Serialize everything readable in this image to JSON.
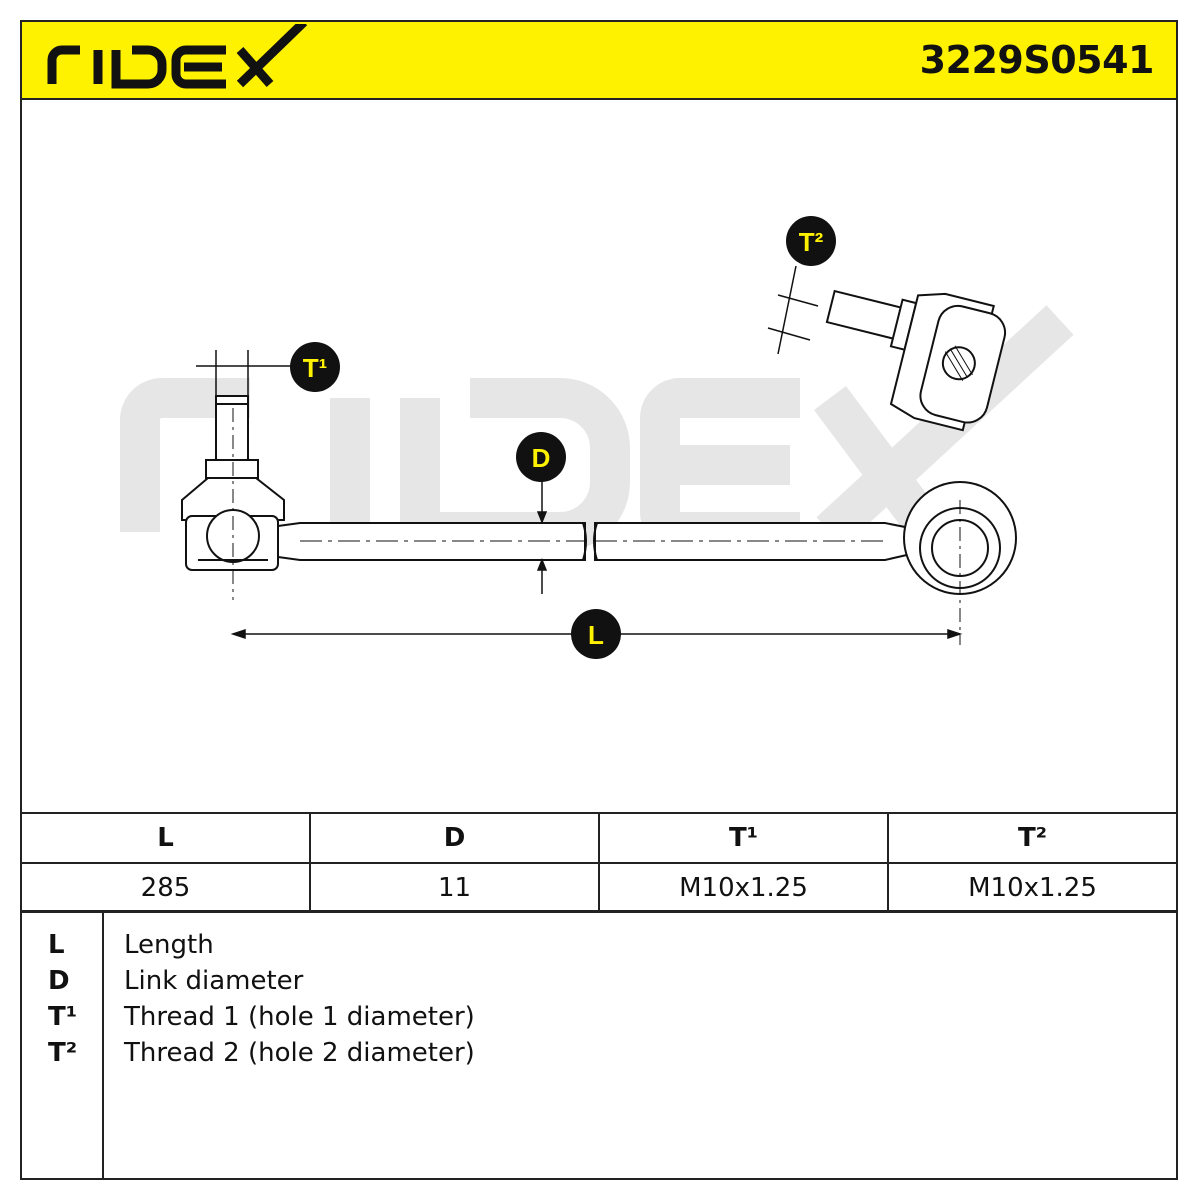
{
  "header": {
    "brand": "RIDEX",
    "part_number": "3229S0541",
    "background_color": "#fff200"
  },
  "watermark": {
    "text": "RIDEX",
    "color": "#e6e6e6"
  },
  "callouts": {
    "t1": "T¹",
    "t2": "T²",
    "d": "D",
    "l": "L"
  },
  "spec_table": {
    "headers": [
      "L",
      "D",
      "T¹",
      "T²"
    ],
    "values": [
      "285",
      "11",
      "M10x1.25",
      "M10x1.25"
    ]
  },
  "legend": [
    {
      "code": "L",
      "text": "Length"
    },
    {
      "code": "D",
      "text": "Link diameter"
    },
    {
      "code": "T¹",
      "text": "Thread 1 (hole 1 diameter)"
    },
    {
      "code": "T²",
      "text": "Thread 2 (hole 2 diameter)"
    }
  ]
}
